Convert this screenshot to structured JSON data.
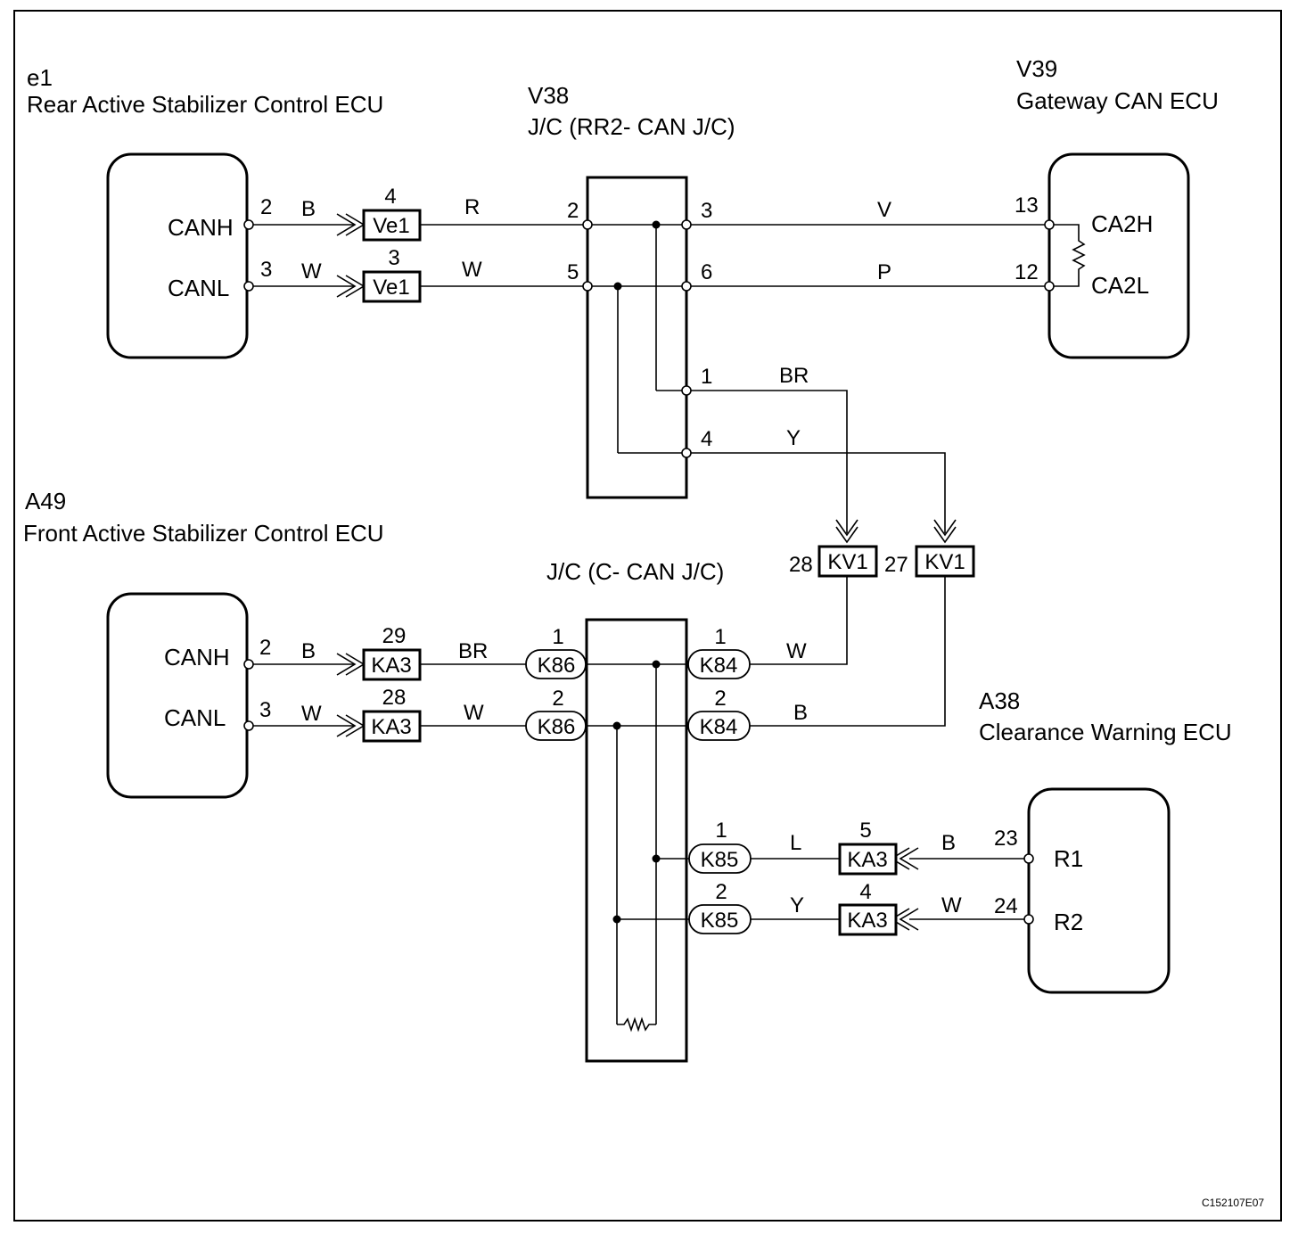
{
  "components": {
    "e1": {
      "code": "e1",
      "name": "Rear Active Stabilizer Control ECU",
      "pins": [
        "CANH",
        "CANL"
      ],
      "pin_numbers": [
        "2",
        "3"
      ],
      "wire_colors": [
        "B",
        "W"
      ]
    },
    "v38": {
      "code": "V38",
      "name": "J/C (RR2- CAN J/C)",
      "left_pins": [
        "2",
        "5"
      ],
      "right_pins": [
        "3",
        "6",
        "1",
        "4"
      ]
    },
    "v39": {
      "code": "V39",
      "name": "Gateway CAN ECU",
      "pins": [
        "CA2H",
        "CA2L"
      ],
      "pin_numbers": [
        "13",
        "12"
      ]
    },
    "a49": {
      "code": "A49",
      "name": "Front Active Stabilizer Control ECU",
      "pins": [
        "CANH",
        "CANL"
      ],
      "pin_numbers": [
        "2",
        "3"
      ],
      "wire_colors": [
        "B",
        "W"
      ]
    },
    "jc_c_can": {
      "name": "J/C (C- CAN J/C)"
    },
    "a38": {
      "code": "A38",
      "name": "Clearance Warning ECU",
      "pins": [
        "R1",
        "R2"
      ],
      "pin_numbers": [
        "23",
        "24"
      ],
      "wire_colors": [
        "B",
        "W"
      ]
    }
  },
  "connectors": {
    "ve1_top": {
      "label": "Ve1",
      "pin": "4"
    },
    "ve1_bottom": {
      "label": "Ve1",
      "pin": "3"
    },
    "kv1_left": {
      "label": "KV1",
      "pin": "28"
    },
    "kv1_right": {
      "label": "KV1",
      "pin": "27"
    },
    "ka3_29": {
      "label": "KA3",
      "pin": "29"
    },
    "ka3_28": {
      "label": "KA3",
      "pin": "28"
    },
    "ka3_5": {
      "label": "KA3",
      "pin": "5"
    },
    "ka3_4": {
      "label": "KA3",
      "pin": "4"
    },
    "k86_1": {
      "label": "K86",
      "pin": "1"
    },
    "k86_2": {
      "label": "K86",
      "pin": "2"
    },
    "k84_1": {
      "label": "K84",
      "pin": "1"
    },
    "k84_2": {
      "label": "K84",
      "pin": "2"
    },
    "k85_1": {
      "label": "K85",
      "pin": "1"
    },
    "k85_2": {
      "label": "K85",
      "pin": "2"
    }
  },
  "wires": {
    "r": "R",
    "w1": "W",
    "v": "V",
    "p": "P",
    "br1": "BR",
    "y1": "Y",
    "br2": "BR",
    "w2": "W",
    "w3": "W",
    "b1": "B",
    "l": "L",
    "y2": "Y"
  },
  "figure_id": "C152107E07"
}
